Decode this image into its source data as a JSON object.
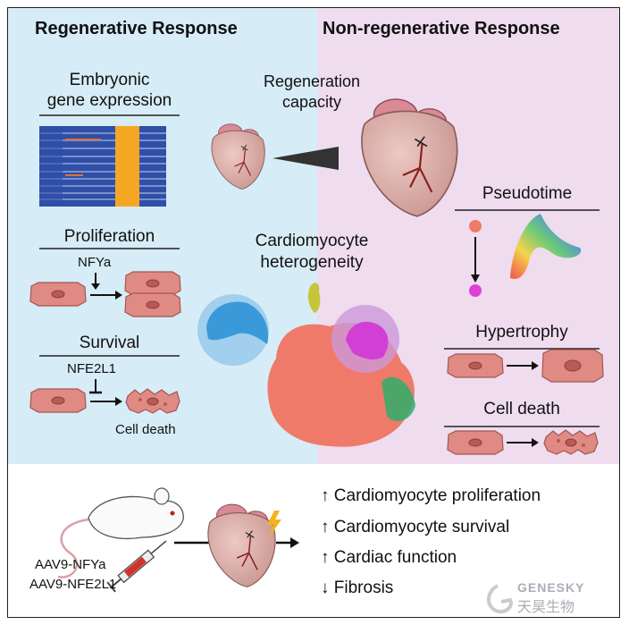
{
  "headers": {
    "left": "Regenerative Response",
    "right": "Non-regenerative Response"
  },
  "left_column": {
    "embryonic": {
      "line1": "Embryonic",
      "line2": "gene expression"
    },
    "proliferation": {
      "title": "Proliferation",
      "factor": "NFYa"
    },
    "survival": {
      "title": "Survival",
      "factor": "NFE2L1",
      "outcome": "Cell death"
    }
  },
  "center": {
    "regeneration": {
      "line1": "Regeneration",
      "line2": "capacity"
    },
    "heterogeneity": {
      "line1": "Cardiomyocyte",
      "line2": "heterogeneity"
    }
  },
  "right_column": {
    "pseudotime": "Pseudotime",
    "hypertrophy": "Hypertrophy",
    "cell_death": "Cell death"
  },
  "bottom": {
    "vectors": [
      "AAV9-NFYa",
      "AAV9-NFE2L1"
    ],
    "outcomes": [
      {
        "arrow": "↑",
        "text": "Cardiomyocyte proliferation"
      },
      {
        "arrow": "↑",
        "text": "Cardiomyocyte survival"
      },
      {
        "arrow": "↑",
        "text": "Cardiac function"
      },
      {
        "arrow": "↓",
        "text": "Fibrosis"
      }
    ]
  },
  "watermark": {
    "line1": "GENESKY",
    "line2": "天昊生物"
  },
  "colors": {
    "left_bg": "#d6ecf6",
    "right_bg": "#efdcef",
    "cell": "#e08a84",
    "heatmap_blue": "#2f4fa8",
    "heatmap_orange": "#f5a623",
    "umap_salmon": "#f07a6a",
    "umap_blue": "#3a9ad9",
    "umap_magenta": "#d23fd6",
    "umap_green": "#2fae6a"
  }
}
